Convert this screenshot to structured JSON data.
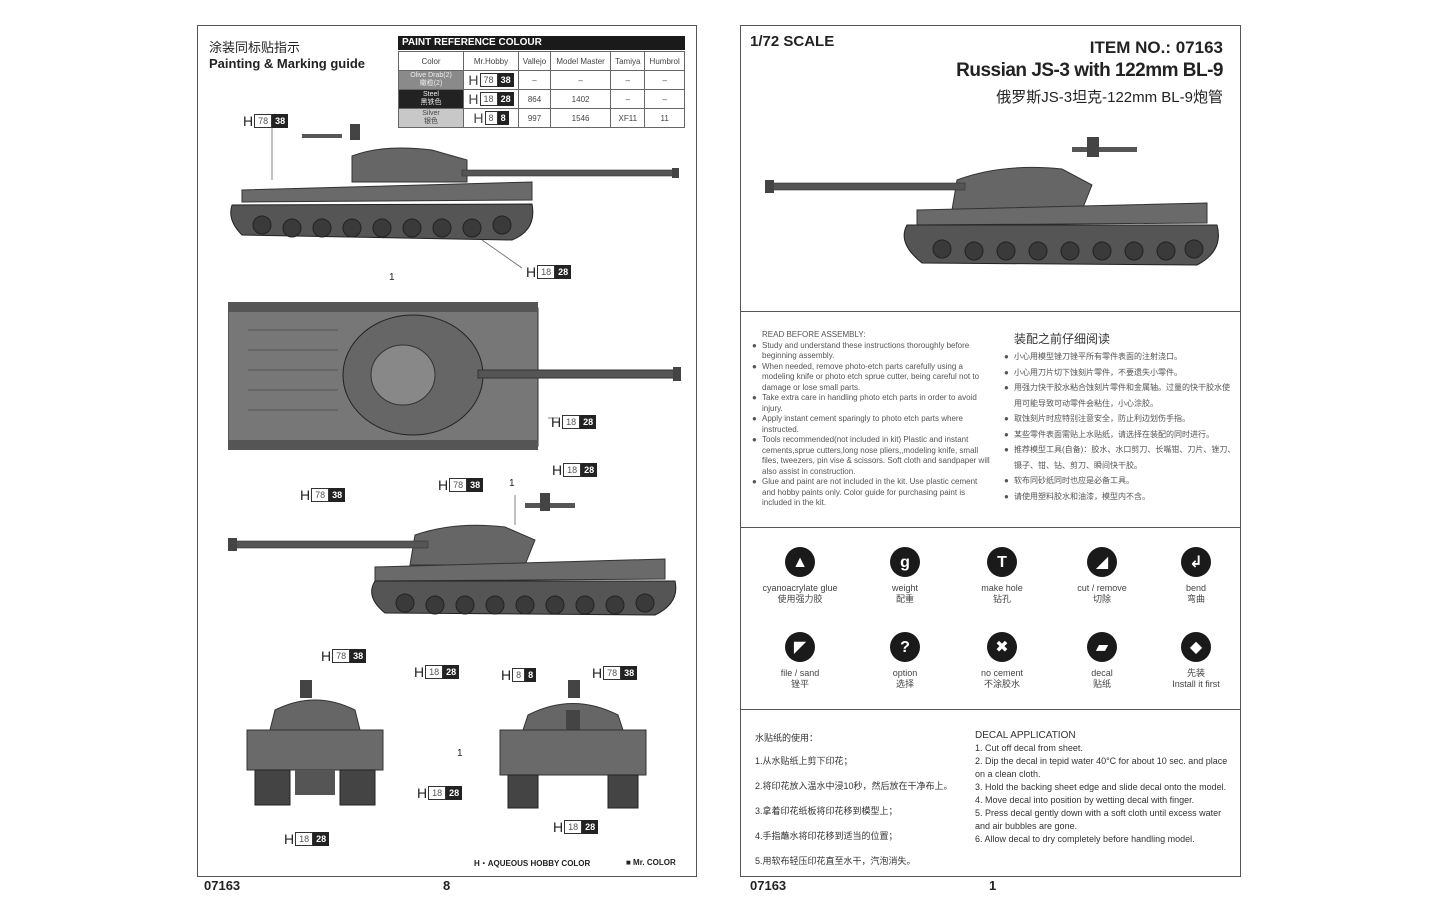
{
  "left": {
    "title_cn": "涂装同标贴指示",
    "title_en": "Painting & Marking guide",
    "paint_title": "PAINT  REFERENCE COLOUR",
    "paint_headers": [
      "Color",
      "Mr.Hobby",
      "Vallejo",
      "Model Master",
      "Tamiya",
      "Humbrol"
    ],
    "paint_rows": [
      {
        "color": "Olive Drab(2)\n橄榄(2)",
        "h": "H",
        "c1": "78",
        "c2": "38",
        "vallejo": "–",
        "mm": "–",
        "tamiya": "–",
        "humbrol": "–",
        "shade": "#8a8a8a"
      },
      {
        "color": "Steel\n黑铁色",
        "h": "H",
        "c1": "18",
        "c2": "28",
        "vallejo": "864",
        "mm": "1402",
        "tamiya": "–",
        "humbrol": "–",
        "shade": "#222222"
      },
      {
        "color": "Silver\n银色",
        "h": "H",
        "c1": "8",
        "c2": "8",
        "vallejo": "997",
        "mm": "1546",
        "tamiya": "XF11",
        "humbrol": "11",
        "shade": "#c8c8c8"
      }
    ],
    "callouts": [
      {
        "h": "H",
        "c1": "78",
        "c2": "38"
      },
      {
        "h": "H",
        "c1": "18",
        "c2": "28"
      },
      {
        "h": "H",
        "c1": "18",
        "c2": "28"
      },
      {
        "h": "H",
        "c1": "78",
        "c2": "38"
      },
      {
        "h": "H",
        "c1": "18",
        "c2": "28"
      },
      {
        "h": "H",
        "c1": "78",
        "c2": "38"
      },
      {
        "h": "H",
        "c1": "78",
        "c2": "38"
      },
      {
        "h": "H",
        "c1": "18",
        "c2": "28"
      },
      {
        "h": "H",
        "c1": "8",
        "c2": "8"
      },
      {
        "h": "H",
        "c1": "78",
        "c2": "38"
      },
      {
        "h": "H",
        "c1": "18",
        "c2": "28"
      },
      {
        "h": "H",
        "c1": "18",
        "c2": "28"
      },
      {
        "h": "H",
        "c1": "18",
        "c2": "28"
      }
    ],
    "marker_1": "1",
    "footer_left": "H・AQUEOUS HOBBY COLOR",
    "footer_right": "■ Mr. COLOR",
    "page_code": "07163",
    "page_num": "8"
  },
  "right": {
    "scale": "1/72 SCALE",
    "item_no": "ITEM NO.: 07163",
    "model_en": "Russian JS-3 with 122mm BL-9",
    "model_cn": "俄罗斯JS-3坦克-122mm BL-9炮管",
    "read_title": "READ BEFORE ASSEMBLY:",
    "read_items": [
      "Study and understand these instructions thoroughly before beginning assembly.",
      "When needed, remove photo-etch parts carefully using a modeling knife or photo etch sprue cutter, being careful not to damage or lose small parts.",
      "Take extra care in handling photo etch parts in order to avoid injury.",
      "Apply instant cement sparingly to photo etch parts where instructed.",
      "Tools recommended(not included in kit) Plastic and instant cements,sprue cutters,long nose pliers,,modeling knife, small files, tweezers, pin vise & scissors. Soft cloth and sandpaper will also assist in construction.",
      "Glue and paint are not included in the kit. Use plastic cement and hobby paints only. Color guide for purchasing paint is included in the kit."
    ],
    "read_title_cn": "装配之前仔细阅读",
    "read_items_cn": [
      "小心用模型锉刀锉平所有零件表面的注射浇口。",
      "小心用刀片切下蚀刻片零件，不要遗失小零件。",
      "用强力快干胶水粘合蚀刻片零件和金属轴。过量的快干胶水使用可能导致可动零件会粘住，小心涂胶。",
      "取蚀刻片时应特别注意安全，防止利边划伤手指。",
      "某些零件表面需贴上水贴纸，请选择在装配的同时进行。",
      "推荐模型工具(自备)：胶水、水口剪刀、长嘴钳、刀片、锉刀、镊子、钳、钻、剪刀、瞬间快干胶。",
      "软布同砂纸同时也应是必备工具。",
      "请使用塑料胶水和油漆，模型内不含。"
    ],
    "tools": [
      {
        "icon": "drop-icon",
        "glyph": "▲",
        "en": "cyanoacrylate glue",
        "cn": "使用强力胶"
      },
      {
        "icon": "weight-icon",
        "glyph": "g",
        "en": "weight",
        "cn": "配重"
      },
      {
        "icon": "drill-icon",
        "glyph": "T",
        "en": "make hole",
        "cn": "钻孔"
      },
      {
        "icon": "knife-icon",
        "glyph": "◢",
        "en": "cut / remove",
        "cn": "切除"
      },
      {
        "icon": "bend-icon",
        "glyph": "↲",
        "en": "bend",
        "cn": "弯曲"
      },
      {
        "icon": "file-icon",
        "glyph": "◤",
        "en": "file / sand",
        "cn": "锉平"
      },
      {
        "icon": "question-icon",
        "glyph": "?",
        "en": "option",
        "cn": "选择"
      },
      {
        "icon": "no-cement-icon",
        "glyph": "✖",
        "en": "no cement",
        "cn": "不涂胶水"
      },
      {
        "icon": "decal-icon",
        "glyph": "▰",
        "en": "decal",
        "cn": "贴纸"
      },
      {
        "icon": "install-first-icon",
        "glyph": "◆",
        "en": "Install it first",
        "cn": "先装"
      }
    ],
    "decal_cn_title": "水贴纸的使用：",
    "decal_cn": [
      "1.从水贴纸上剪下印花；",
      "2.将印花放入温水中浸10秒，然后放在干净布上。",
      "3.拿着印花纸板将印花移到模型上；",
      "4.手指蘸水将印花移到适当的位置；",
      "5.用软布轻压印花直至水干，汽泡消失。"
    ],
    "decal_en_title": "DECAL APPLICATION",
    "decal_en": [
      "1. Cut off decal from sheet.",
      "2. Dip the decal in tepid water 40°C for about 10 sec. and place on a clean cloth.",
      "3. Hold the backing sheet edge and slide decal onto the model.",
      "4. Move decal into position by wetting decal with finger.",
      "5. Press decal gently down with a soft cloth until excess water and air bubbles are gone.",
      "6. Allow decal to dry completely before handling model."
    ],
    "page_code": "07163",
    "page_num": "1"
  }
}
